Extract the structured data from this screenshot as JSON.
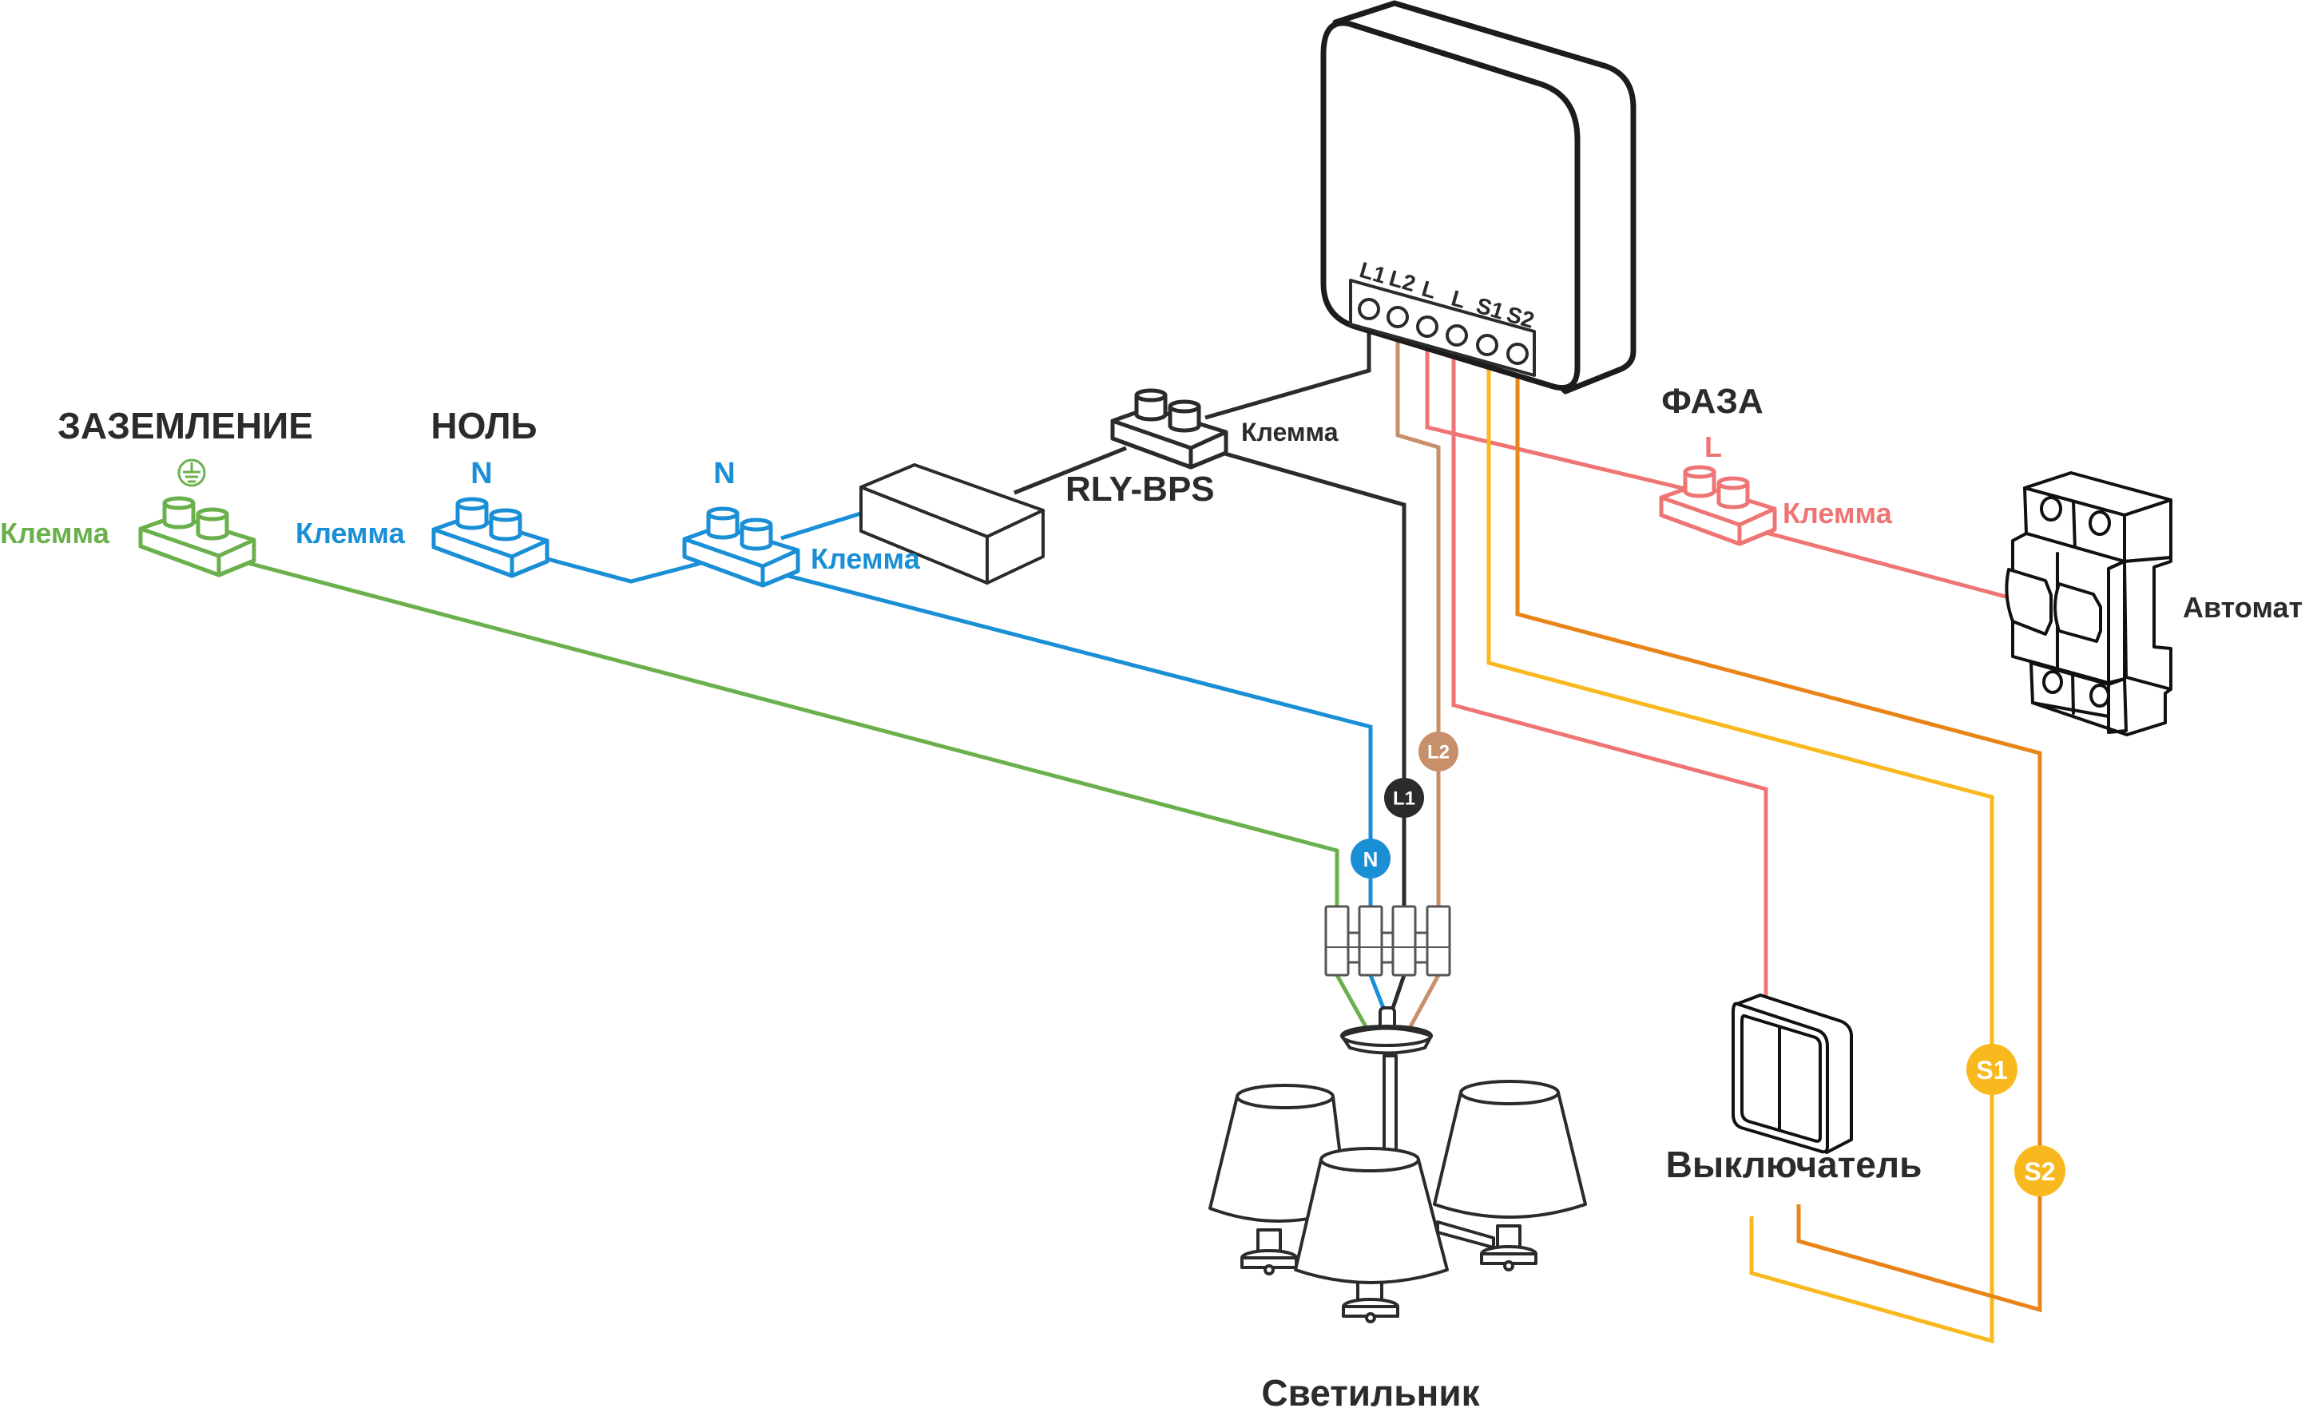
{
  "title": "Схема подключения двухканального реле с RLY-BPS к люстре",
  "colors": {
    "ground": "#6ab04c",
    "neutral": "#1a8fd6",
    "phase": "#ef7474",
    "l1": "#2b2b2b",
    "l2": "#c8906a",
    "s1": "#f8b81e",
    "s2": "#e88418",
    "text": "#2b2b2b"
  },
  "relay": {
    "terminals": [
      "L1",
      "L2",
      "L",
      "L",
      "S1",
      "S2"
    ]
  },
  "groups": {
    "ground": {
      "heading": "ЗАЗЕМЛЕНИЕ",
      "symbol": "ground-symbol",
      "terminal_label": "Клемма"
    },
    "neutral": {
      "heading": "НОЛЬ",
      "symbol_1": "N",
      "symbol_2": "N",
      "terminal_label_1": "Клемма",
      "terminal_label_2": "Клемма"
    },
    "phase": {
      "heading": "ФАЗА",
      "symbol": "L",
      "terminal_label": "Клемма"
    },
    "bypass": {
      "module_label": "RLY-BPS",
      "terminal_label": "Клемма"
    }
  },
  "devices": {
    "breaker": "Автомат",
    "switch": "Выключатель",
    "fixture": "Светильник"
  },
  "badges": {
    "n": "N",
    "l1": "L1",
    "l2": "L2",
    "s1": "S1",
    "s2": "S2"
  }
}
